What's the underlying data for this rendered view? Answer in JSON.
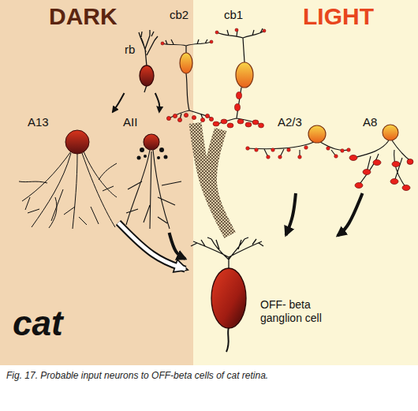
{
  "diagram": {
    "caption": "Fig. 17. Probable input neurons to OFF-beta cells of cat retina.",
    "nodes": [
      {
        "text": [
          "rb"
        ]
      },
      {
        "text": [
          "cb2"
        ]
      },
      {
        "text": [
          "cb1"
        ]
      },
      {
        "text": [
          "A13"
        ]
      },
      {
        "text": [
          "AII"
        ]
      },
      {
        "text": [
          "A2/3"
        ]
      },
      {
        "text": [
          "A8"
        ]
      },
      {
        "text": [
          "OFF- beta ganglion cell"
        ]
      }
    ],
    "edges": [
      {
        "from": 0,
        "to": 3,
        "arrow": "to"
      },
      {
        "from": 0,
        "to": 4,
        "arrow": "to"
      },
      {
        "from": 1,
        "to": 7,
        "arrow": "none"
      },
      {
        "from": 2,
        "to": 7,
        "arrow": "none"
      },
      {
        "from": 3,
        "to": 7,
        "arrow": "to"
      },
      {
        "from": 4,
        "to": 7,
        "arrow": "to"
      },
      {
        "from": 5,
        "to": 7,
        "arrow": "to"
      },
      {
        "from": 6,
        "to": 7,
        "arrow": "to"
      }
    ],
    "labels": [
      "DARK",
      "LIGHT",
      "cat"
    ]
  }
}
